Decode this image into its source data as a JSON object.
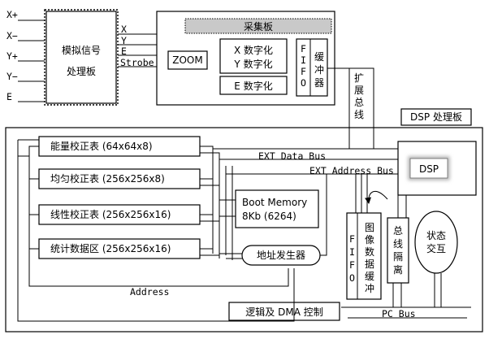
{
  "inputs": [
    "X+",
    "X−",
    "Y+",
    "Y−",
    "E"
  ],
  "analog_board": {
    "line1": "模拟信号",
    "line2": "处理板"
  },
  "signals": {
    "x": "X",
    "y": "Y",
    "e": "E",
    "strobe": "Strobe"
  },
  "acq_board": {
    "title": "采集板",
    "zoom": "ZOOM",
    "xy_line1": "X 数字化",
    "xy_line2": "Y 数字化",
    "e_digit": "E 数字化",
    "fifo_chars": [
      "F",
      "I",
      "F",
      "O"
    ],
    "buffer_chars": [
      "缓",
      "冲",
      "器"
    ]
  },
  "ext_bus_chars": [
    "扩",
    "展",
    "总",
    "线"
  ],
  "dsp_board": {
    "title": "DSP 处理板",
    "tables": [
      "能量校正表 (64x64x8)",
      "均匀校正表 (256x256x8)",
      "线性校正表 (256x256x16)",
      "统计数据区 (256x256x16)"
    ],
    "ext_data_bus": "EXT Data Bus",
    "ext_address_bus": "EXT Address Bus",
    "dsp": "DSP",
    "boot_line1": "Boot Memory",
    "boot_line2": "8Kb (6264)",
    "addr_gen": "地址发生器",
    "fifo_chars": [
      "F",
      "I",
      "F",
      "O"
    ],
    "img_buffer_chars": [
      "图",
      "像",
      "数",
      "据",
      "缓",
      "冲"
    ],
    "bus_iso_chars": [
      "总",
      "线",
      "隔",
      "离"
    ],
    "status_line1": "状态",
    "status_line2": "交互",
    "address": "Address",
    "logic_dma": "逻辑及 DMA 控制",
    "pc_bus": "PC Bus"
  }
}
